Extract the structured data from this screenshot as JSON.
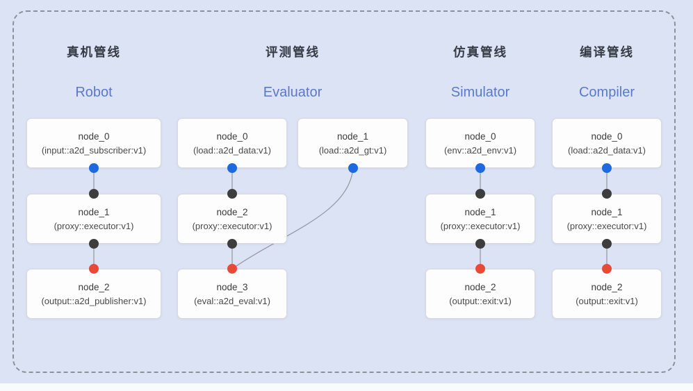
{
  "pipelines": [
    {
      "id": "robot",
      "title_zh": "真机管线",
      "title_en": "Robot",
      "nodes": [
        {
          "name": "node_0",
          "type": "(input::a2d_subscriber:v1)"
        },
        {
          "name": "node_1",
          "type": "(proxy::executor:v1)"
        },
        {
          "name": "node_2",
          "type": "(output::a2d_publisher:v1)"
        }
      ]
    },
    {
      "id": "evaluator",
      "title_zh": "评测管线",
      "title_en": "Evaluator",
      "nodes": [
        {
          "name": "node_0",
          "type": "(load::a2d_data:v1)"
        },
        {
          "name": "node_1",
          "type": "(load::a2d_gt:v1)"
        },
        {
          "name": "node_2",
          "type": "(proxy::executor:v1)"
        },
        {
          "name": "node_3",
          "type": "(eval::a2d_eval:v1)"
        }
      ]
    },
    {
      "id": "simulator",
      "title_zh": "仿真管线",
      "title_en": "Simulator",
      "nodes": [
        {
          "name": "node_0",
          "type": "(env::a2d_env:v1)"
        },
        {
          "name": "node_1",
          "type": "(proxy::executor:v1)"
        },
        {
          "name": "node_2",
          "type": "(output::exit:v1)"
        }
      ]
    },
    {
      "id": "compiler",
      "title_zh": "编译管线",
      "title_en": "Compiler",
      "nodes": [
        {
          "name": "node_0",
          "type": "(load::a2d_data:v1)"
        },
        {
          "name": "node_1",
          "type": "(proxy::executor:v1)"
        },
        {
          "name": "node_2",
          "type": "(output::exit:v1)"
        }
      ]
    }
  ],
  "colors": {
    "background": "#dce3f4",
    "node_fill": "#fdfdfe",
    "node_border": "#d6d9e0",
    "title_zh": "#363b45",
    "title_en": "#5b79c8",
    "connector": "#959aa4",
    "dot_blue": "#1d6ae0",
    "dot_dark": "#3d3d3d",
    "dot_red": "#e84a38",
    "dashed_border": "#8b919c"
  }
}
